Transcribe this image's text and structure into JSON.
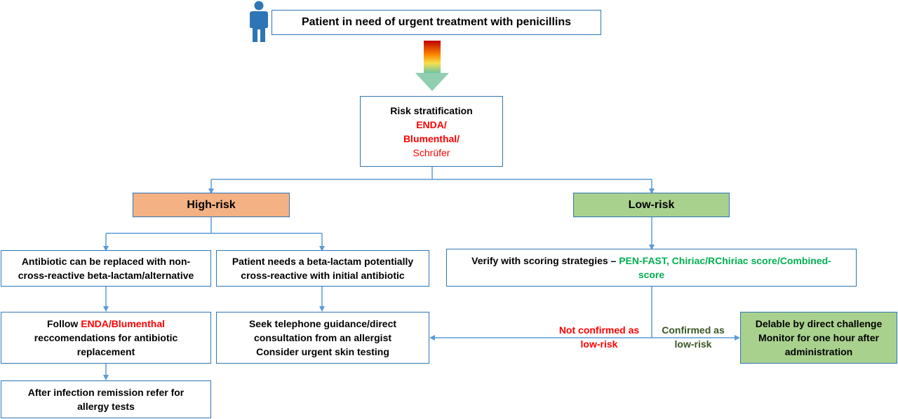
{
  "colors": {
    "box_border": "#2e75b6",
    "connector": "#5b9bd5",
    "high_risk_fill": "#f4b183",
    "low_risk_fill": "#a9d18e",
    "emphasis_red": "#ff0000",
    "emphasis_green": "#00b050",
    "confirmed_text": "#375623",
    "person_icon": "#2e75b6"
  },
  "icons": {
    "patient": "person-icon",
    "down_arrow": "gradient-down-arrow-icon"
  },
  "top": {
    "label": "Patient in need of urgent treatment with penicillins"
  },
  "risk": {
    "title": "Risk stratification",
    "line2": "ENDA/",
    "line3": "Blumenthal/",
    "line4": "Schrüfer"
  },
  "high_risk": {
    "label": "High-risk"
  },
  "low_risk": {
    "label": "Low-risk"
  },
  "replace": {
    "line1": "Antibiotic can be replaced with non-",
    "line2": "cross-reactive beta-lactam/alternative"
  },
  "needs": {
    "line1": "Patient needs a beta-lactam potentially",
    "line2": "cross-reactive with initial antibiotic"
  },
  "verify": {
    "prefix": "Verify with scoring strategies – ",
    "highlight1": "PEN-FAST, Chiriac/RChiriac score/Combined-",
    "highlight2": "score"
  },
  "follow": {
    "prefix": "Follow ",
    "highlight": "ENDA/Blumenthal",
    "line2": "reccomendations for antibiotic",
    "line3": "replacement"
  },
  "seek": {
    "line1": "Seek telephone guidance/direct",
    "line2": "consultation from an allergist",
    "line3": "Consider urgent skin testing"
  },
  "delable": {
    "line1": "Delable by direct challenge",
    "line2": "Monitor for one hour after",
    "line3": "administration"
  },
  "after": {
    "line1": "After infection remission refer for",
    "line2": "allergy tests"
  },
  "not_confirmed": {
    "line1": "Not confirmed as",
    "line2": "low-risk"
  },
  "confirmed": {
    "line1": "Confirmed as",
    "line2": "low-risk"
  }
}
